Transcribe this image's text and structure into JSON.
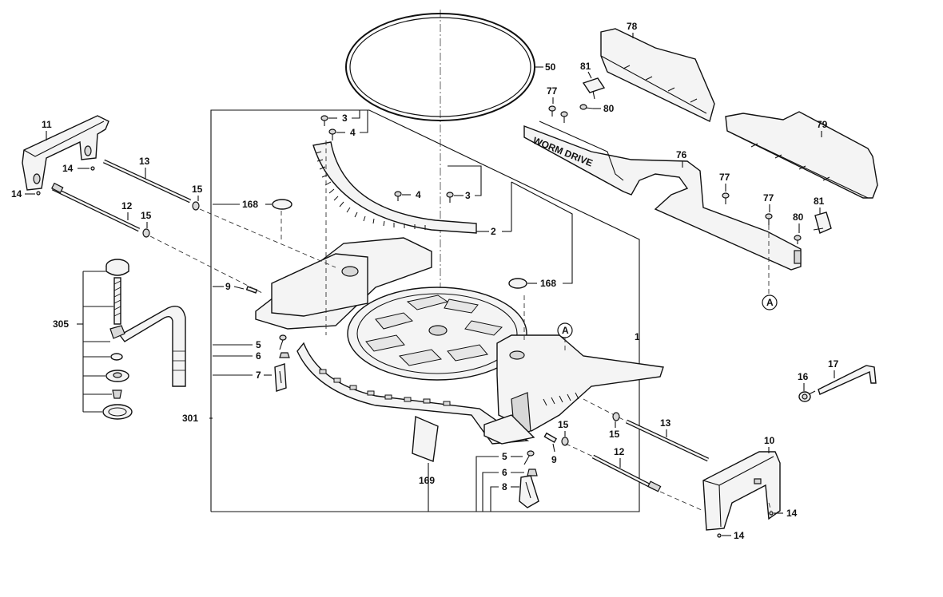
{
  "diagram": {
    "label_1": "1",
    "label_2": "2",
    "label_3a": "3",
    "label_3b": "3",
    "label_4a": "4",
    "label_4b": "4",
    "label_5a": "5",
    "label_5b": "5",
    "label_6a": "6",
    "label_6b": "6",
    "label_7": "7",
    "label_8": "8",
    "label_9a": "9",
    "label_9b": "9",
    "label_10": "10",
    "label_11": "11",
    "label_12a": "12",
    "label_12b": "12",
    "label_13a": "13",
    "label_13b": "13",
    "label_14a": "14",
    "label_14b": "14",
    "label_14c": "14",
    "label_14d": "14",
    "label_15a": "15",
    "label_15b": "15",
    "label_15c": "15",
    "label_15d": "15",
    "label_16": "16",
    "label_17": "17",
    "label_50": "50",
    "label_76": "76",
    "label_77a": "77",
    "label_77b": "77",
    "label_77c": "77",
    "label_78": "78",
    "label_79": "79",
    "label_80a": "80",
    "label_80b": "80",
    "label_81a": "81",
    "label_81b": "81",
    "label_168a": "168",
    "label_168b": "168",
    "label_169": "169",
    "label_301": "301",
    "label_305": "305",
    "ref_a1": "A",
    "ref_a2": "A",
    "fence_text": "WORM DRIVE"
  }
}
